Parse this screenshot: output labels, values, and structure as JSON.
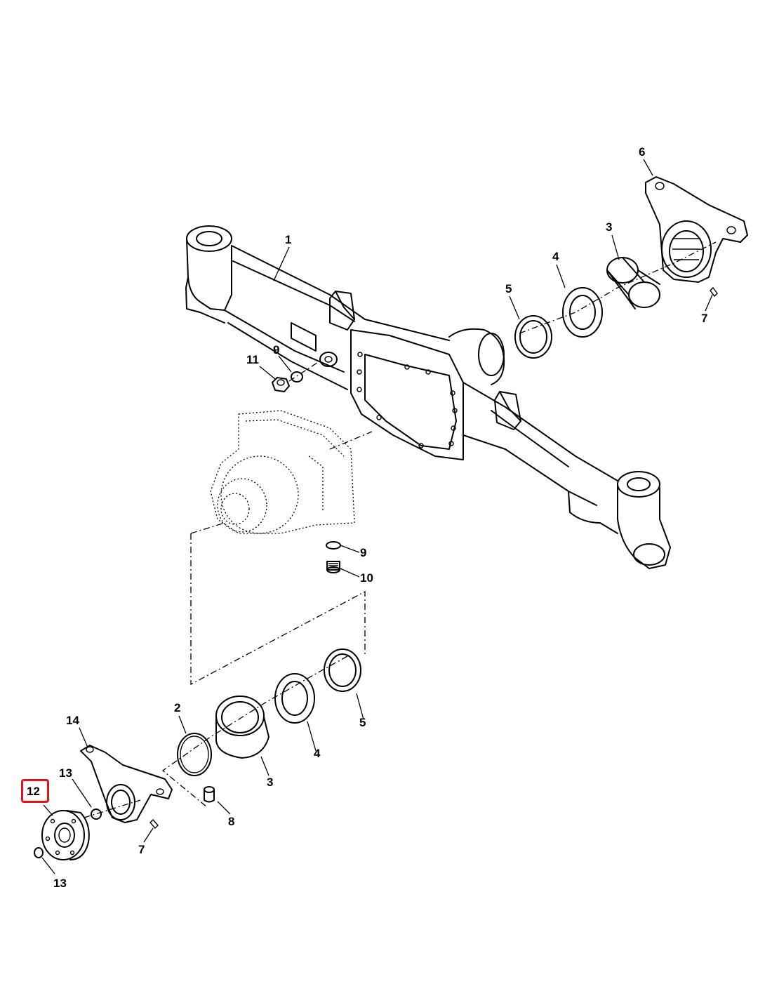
{
  "diagram": {
    "callouts": [
      {
        "id": "c1",
        "text": "1"
      },
      {
        "id": "c2",
        "text": "2"
      },
      {
        "id": "c3a",
        "text": "3"
      },
      {
        "id": "c3b",
        "text": "3"
      },
      {
        "id": "c4a",
        "text": "4"
      },
      {
        "id": "c4b",
        "text": "4"
      },
      {
        "id": "c5a",
        "text": "5"
      },
      {
        "id": "c5b",
        "text": "5"
      },
      {
        "id": "c6",
        "text": "6"
      },
      {
        "id": "c7a",
        "text": "7"
      },
      {
        "id": "c7b",
        "text": "7"
      },
      {
        "id": "c8",
        "text": "8"
      },
      {
        "id": "c9a",
        "text": "9"
      },
      {
        "id": "c9b",
        "text": "9"
      },
      {
        "id": "c10",
        "text": "10"
      },
      {
        "id": "c11",
        "text": "11"
      },
      {
        "id": "c12",
        "text": "12"
      },
      {
        "id": "c13a",
        "text": "13"
      },
      {
        "id": "c13b",
        "text": "13"
      },
      {
        "id": "c14",
        "text": "14"
      }
    ],
    "highlighted_callout": "12",
    "highlight_color": "#e0141c",
    "line_color": "#000000",
    "background": "#ffffff"
  }
}
